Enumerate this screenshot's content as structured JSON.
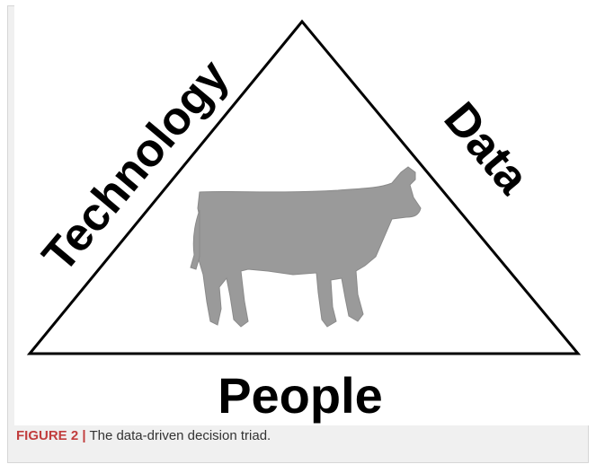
{
  "figure": {
    "labels": {
      "left": "Technology",
      "right": "Data",
      "bottom": "People"
    },
    "caption": {
      "label": "FIGURE 2 |",
      "text": " The data-driven decision triad."
    },
    "colors": {
      "frame_background": "#f0f0f0",
      "caption_label": "#c13d3d",
      "triangle_stroke": "#000000",
      "cow_fill": "#9a9a9a"
    },
    "icons": [
      "triangle-outline",
      "cow-silhouette"
    ]
  }
}
